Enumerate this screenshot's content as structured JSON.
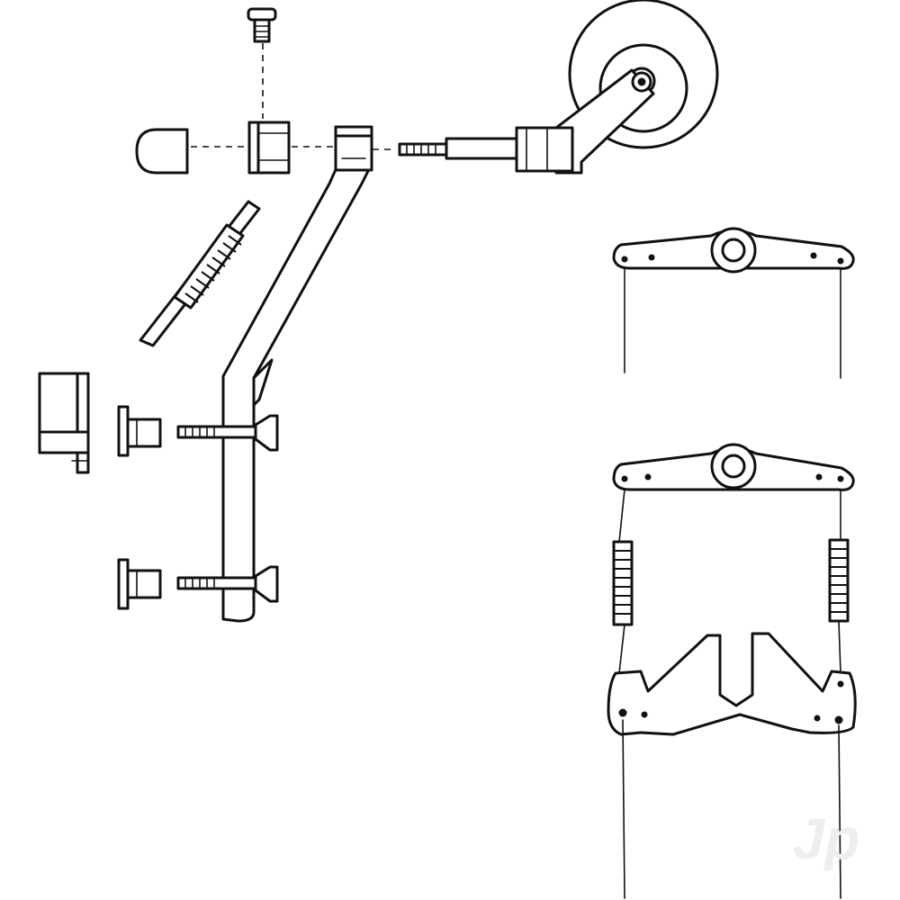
{
  "watermark": {
    "text": "Jp",
    "color": "#eeeeee"
  },
  "ink_color": "#111111",
  "background_color": "#ffffff",
  "parts": [
    "screw",
    "wheel-cap",
    "wheel-collar",
    "leg-top-block",
    "axle",
    "wheel",
    "wheel-arm",
    "spring",
    "landing-gear-leg",
    "mount-block",
    "blind-nut",
    "bolt",
    "steering-arm",
    "pushrod",
    "tensioner-spring",
    "nose-gear-horn"
  ]
}
